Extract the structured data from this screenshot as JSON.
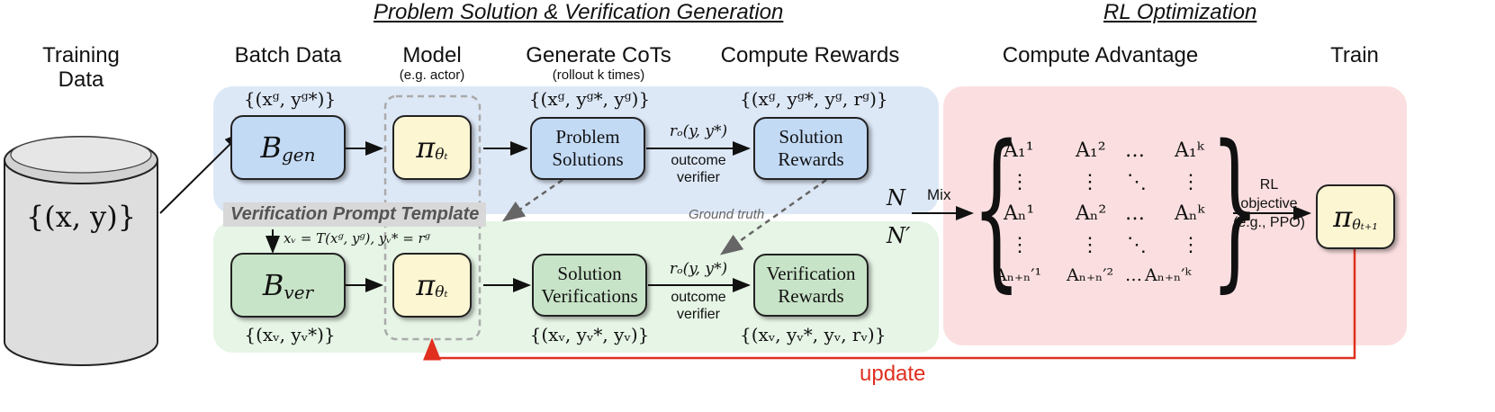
{
  "titles": {
    "gen": "Problem Solution & Verification Generation",
    "rl": "RL Optimization"
  },
  "headers": {
    "training": "Training\nData",
    "batch": "Batch Data",
    "model": "Model",
    "model_sub": "(e.g. actor)",
    "cots": "Generate CoTs",
    "cots_sub": "(rollout k times)",
    "rewards": "Compute Rewards",
    "advantage": "Compute Advantage",
    "train": "Train"
  },
  "cylinder_label": "{(x, y)}",
  "gen_row": {
    "set_batch": "{(xᵍ, yᵍ*)}",
    "box_batch_main": "B",
    "box_batch_sub": "gen",
    "box_policy": "π",
    "box_policy_sub": "θₜ",
    "set_cots": "{(xᵍ, yᵍ*, yᵍ)}",
    "box_cots": "Problem\nSolutions",
    "reward_fn": "rₒ(y, y*)",
    "verifier": "outcome\nverifier",
    "set_rewards": "{(xᵍ, yᵍ*, yᵍ, rᵍ)}",
    "box_rewards": "Solution\nRewards"
  },
  "ver_row": {
    "template": "Verification Prompt Template",
    "template_formula": "xᵥ = T(xᵍ, yᵍ), yᵥ* = rᵍ",
    "ground_truth": "Ground truth",
    "set_batch": "{(xᵥ, yᵥ*)}",
    "box_batch_main": "B",
    "box_batch_sub": "ver",
    "box_policy": "π",
    "box_policy_sub": "θₜ",
    "box_cots": "Solution\nVerifications",
    "set_cots": "{(xᵥ, yᵥ*, yᵥ)}",
    "reward_fn": "rₒ(y, y*)",
    "verifier": "outcome\nverifier",
    "box_rewards": "Verification\nRewards",
    "set_rewards": "{(xᵥ, yᵥ*, yᵥ, rᵥ)}"
  },
  "mix": {
    "n": "N",
    "n_prime": "N′",
    "label": "Mix"
  },
  "matrix": [
    [
      "A₁¹",
      "A₁²",
      "…",
      "A₁ᵏ"
    ],
    [
      "⋮",
      "⋮",
      "⋱",
      "⋮"
    ],
    [
      "Aₙ¹",
      "Aₙ²",
      "…",
      "Aₙᵏ"
    ],
    [
      "⋮",
      "⋮",
      "⋱",
      "⋮"
    ],
    [
      "Aₙ₊ₙ′¹",
      "Aₙ₊ₙ′²",
      "…",
      "Aₙ₊ₙ′ᵏ"
    ]
  ],
  "rl_objective": "RL\nobjective\n(e.g., PPO)",
  "train_box": "π",
  "train_box_sub": "θₜ₊₁",
  "update": "update",
  "colors": {
    "blue_panel": "#dde8f7",
    "green_panel": "#e6f5e6",
    "pink_panel": "#fbdfe0",
    "blue_box": "#c3daf5",
    "green_box": "#c8e4c8",
    "yellow_box": "#fdf6d3",
    "update_red": "#e03020"
  }
}
